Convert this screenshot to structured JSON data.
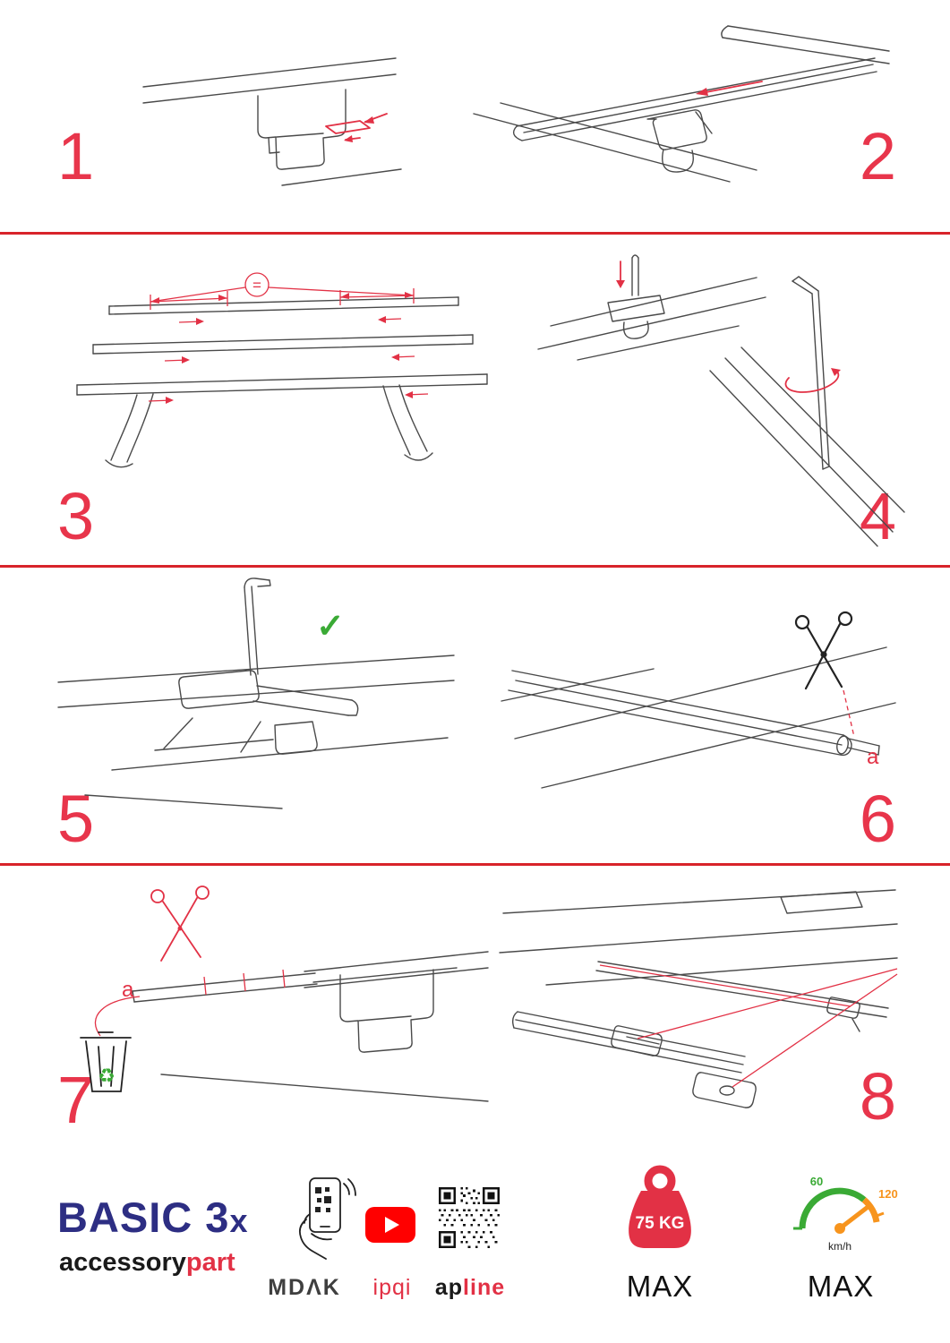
{
  "document": {
    "type": "roof-rack assembly instructions",
    "colors": {
      "accent_red": "#e23145",
      "rule_red": "#d8232a",
      "brand_navy": "#2d2e83",
      "green": "#3aaa35",
      "orange": "#f7941d",
      "youtube_red": "#ff0000"
    }
  },
  "steps": [
    {
      "number": "1"
    },
    {
      "number": "2"
    },
    {
      "number": "3"
    },
    {
      "number": "4"
    },
    {
      "number": "5"
    },
    {
      "number": "6"
    },
    {
      "number": "7"
    },
    {
      "number": "8"
    }
  ],
  "annotations": {
    "equal": "=",
    "step6_a": "a",
    "step7_a": "a"
  },
  "icons": {
    "checkmark": "✓",
    "recycle": "♻"
  },
  "footer": {
    "brand_title_main": "BASIC 3",
    "brand_title_x": "x",
    "brand_sub_black": "accessory",
    "brand_sub_red": "part",
    "partner_mdak": "MDΛK",
    "partner_ipqi": "ipqi",
    "partner_ap": "ap",
    "partner_line": "line",
    "weight_value": "75 KG",
    "weight_max_label": "MAX",
    "speed_low": "60",
    "speed_high": "120",
    "speed_unit": "km/h",
    "speed_max_label": "MAX"
  }
}
